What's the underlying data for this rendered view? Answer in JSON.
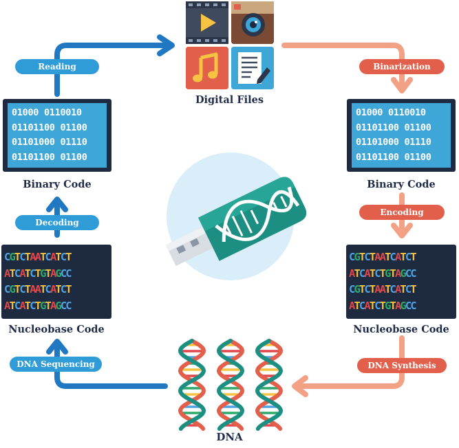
{
  "title": "Digital Files",
  "stages": {
    "binary_left": "Binary Code",
    "binary_right": "Binary Code",
    "nucleo_left": "Nucleobase Code",
    "nucleo_right": "Nucleobase Code",
    "dna": "DNA"
  },
  "steps": {
    "reading": "Reading",
    "binarization": "Binarization",
    "decoding": "Decoding",
    "encoding": "Encoding",
    "dna_sequencing": "DNA Sequencing",
    "dna_synthesis": "DNA Synthesis"
  },
  "binary_lines": [
    "01000 0110010",
    "01101100 01100",
    "01101000 01110",
    "01101100 01100"
  ],
  "nucleobase_lines": [
    "CGTCTAATCATCT",
    "ATCATCTGTAGCC",
    "CGTCTAATCATCT",
    "ATCATCTGTAGCC"
  ],
  "colors": {
    "arrow_blue": "#1f78c1",
    "arrow_orange": "#f2a184",
    "base_A": "#e2474a",
    "base_T": "#f5c242",
    "base_G": "#2fa86b",
    "base_C": "#4fa3e3"
  },
  "icons": [
    "video-file-icon",
    "camera-file-icon",
    "music-file-icon",
    "document-file-icon",
    "usb-dna-drive-icon",
    "dna-helix-icon"
  ]
}
